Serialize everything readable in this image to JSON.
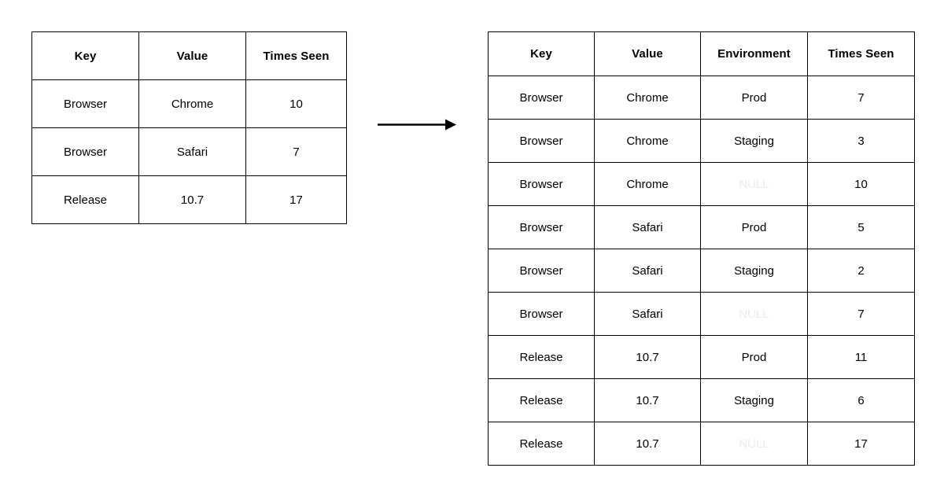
{
  "source_table": {
    "name": "Key Value Times Seen table",
    "columns": [
      "Key",
      "Value",
      "Times Seen"
    ],
    "rows": [
      {
        "key": "Browser",
        "value": "Chrome",
        "times_seen": "10"
      },
      {
        "key": "Browser",
        "value": "Safari",
        "times_seen": "7"
      },
      {
        "key": "Release",
        "value": "10.7",
        "times_seen": "17"
      }
    ]
  },
  "expanded_table": {
    "name": "Key Value Environment Times Seen table",
    "columns": [
      "Key",
      "Value",
      "Environment",
      "Times Seen"
    ],
    "null_label": "NULL",
    "rows": [
      {
        "key": "Browser",
        "value": "Chrome",
        "environment": "Prod",
        "times_seen": "7",
        "env_is_null": false
      },
      {
        "key": "Browser",
        "value": "Chrome",
        "environment": "Staging",
        "times_seen": "3",
        "env_is_null": false
      },
      {
        "key": "Browser",
        "value": "Chrome",
        "environment": "NULL",
        "times_seen": "10",
        "env_is_null": true
      },
      {
        "key": "Browser",
        "value": "Safari",
        "environment": "Prod",
        "times_seen": "5",
        "env_is_null": false
      },
      {
        "key": "Browser",
        "value": "Safari",
        "environment": "Staging",
        "times_seen": "2",
        "env_is_null": false
      },
      {
        "key": "Browser",
        "value": "Safari",
        "environment": "NULL",
        "times_seen": "7",
        "env_is_null": true
      },
      {
        "key": "Release",
        "value": "10.7",
        "environment": "Prod",
        "times_seen": "11",
        "env_is_null": false
      },
      {
        "key": "Release",
        "value": "10.7",
        "environment": "Staging",
        "times_seen": "6",
        "env_is_null": false
      },
      {
        "key": "Release",
        "value": "10.7",
        "environment": "NULL",
        "times_seen": "17",
        "env_is_null": true
      }
    ]
  },
  "arrow": {
    "icon": "right-arrow-icon",
    "direction": "right",
    "color": "#000000"
  },
  "colors": {
    "background": "#ffffff",
    "border": "#000000",
    "text": "#000000",
    "null_text": "#ececec"
  }
}
